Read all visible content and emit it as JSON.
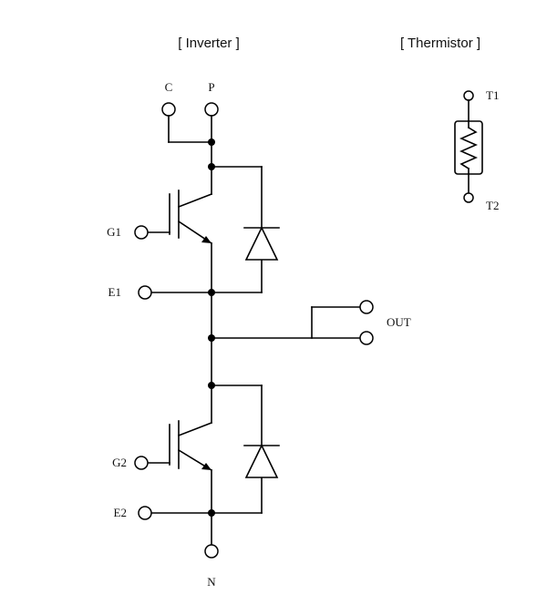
{
  "headers": {
    "inverter": "[ Inverter ]",
    "thermistor": "[ Thermistor ]"
  },
  "terminals": {
    "c": "C",
    "p": "P",
    "g1": "G1",
    "e1": "E1",
    "out": "OUT",
    "g2": "G2",
    "e2": "E2",
    "n": "N",
    "t1": "T1",
    "t2": "T2"
  }
}
